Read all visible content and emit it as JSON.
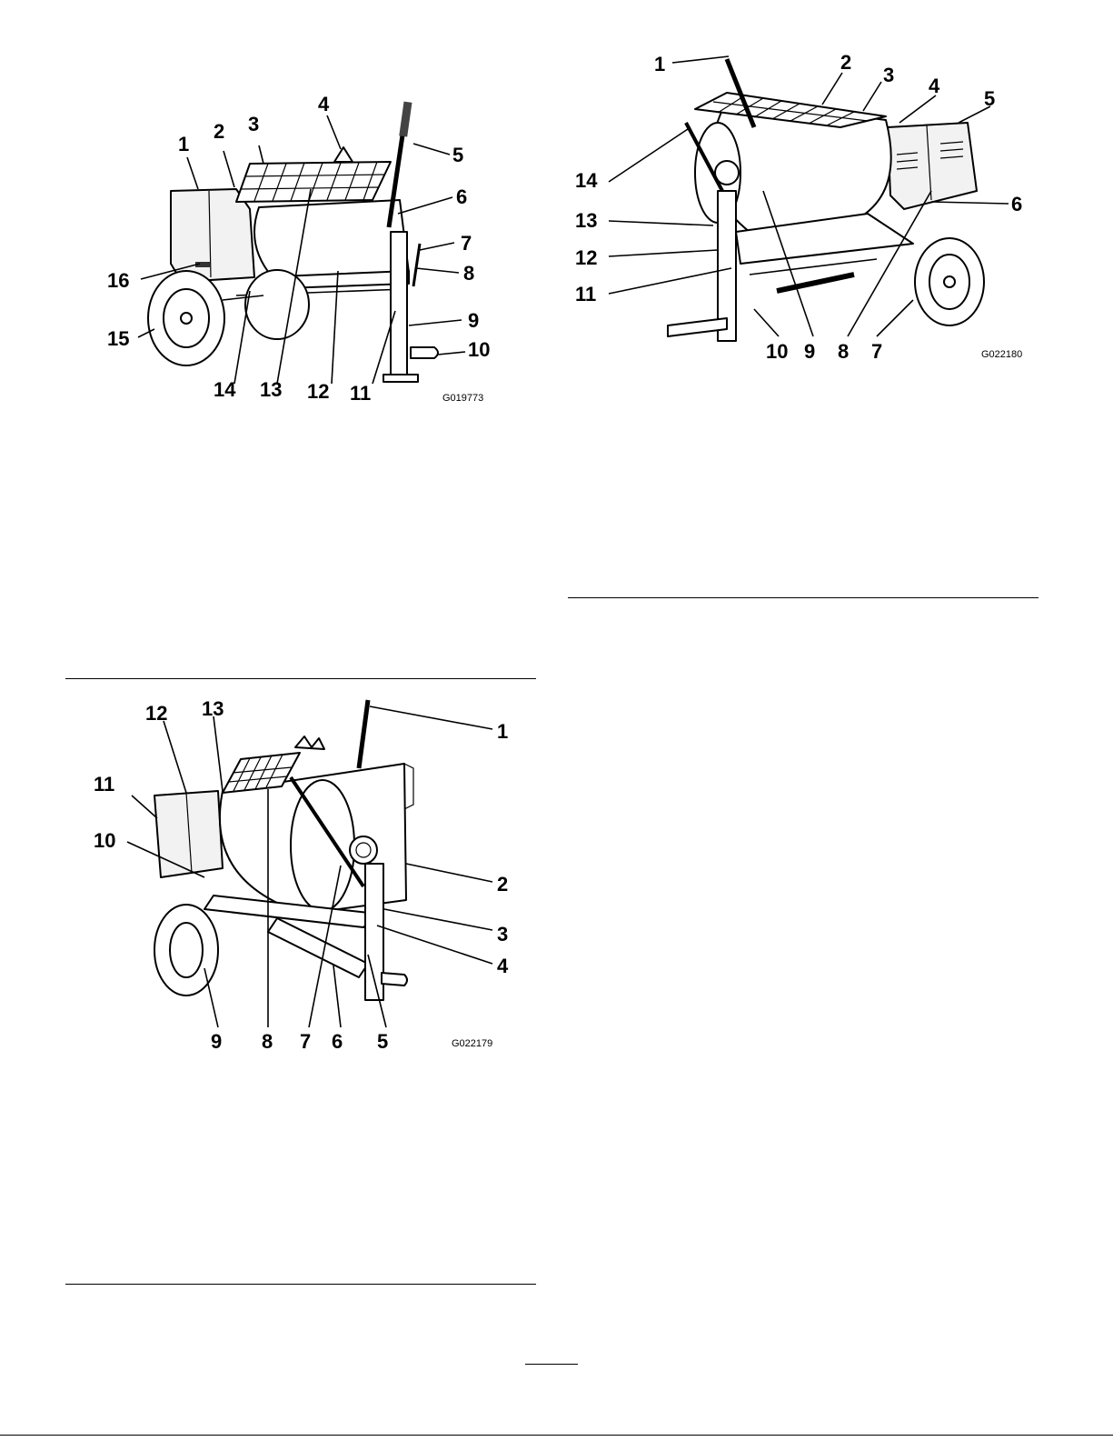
{
  "figures": [
    {
      "id": "fig1",
      "code": "G019773",
      "callouts": [
        "1",
        "2",
        "3",
        "4",
        "5",
        "6",
        "7",
        "8",
        "9",
        "10",
        "11",
        "12",
        "13",
        "14",
        "15",
        "16"
      ]
    },
    {
      "id": "fig2",
      "code": "G022180",
      "callouts": [
        "1",
        "2",
        "3",
        "4",
        "5",
        "6",
        "7",
        "8",
        "9",
        "10",
        "11",
        "12",
        "13",
        "14"
      ]
    },
    {
      "id": "fig3",
      "code": "G022179",
      "callouts": [
        "1",
        "2",
        "3",
        "4",
        "5",
        "6",
        "7",
        "8",
        "9",
        "10",
        "11",
        "12",
        "13"
      ]
    }
  ]
}
